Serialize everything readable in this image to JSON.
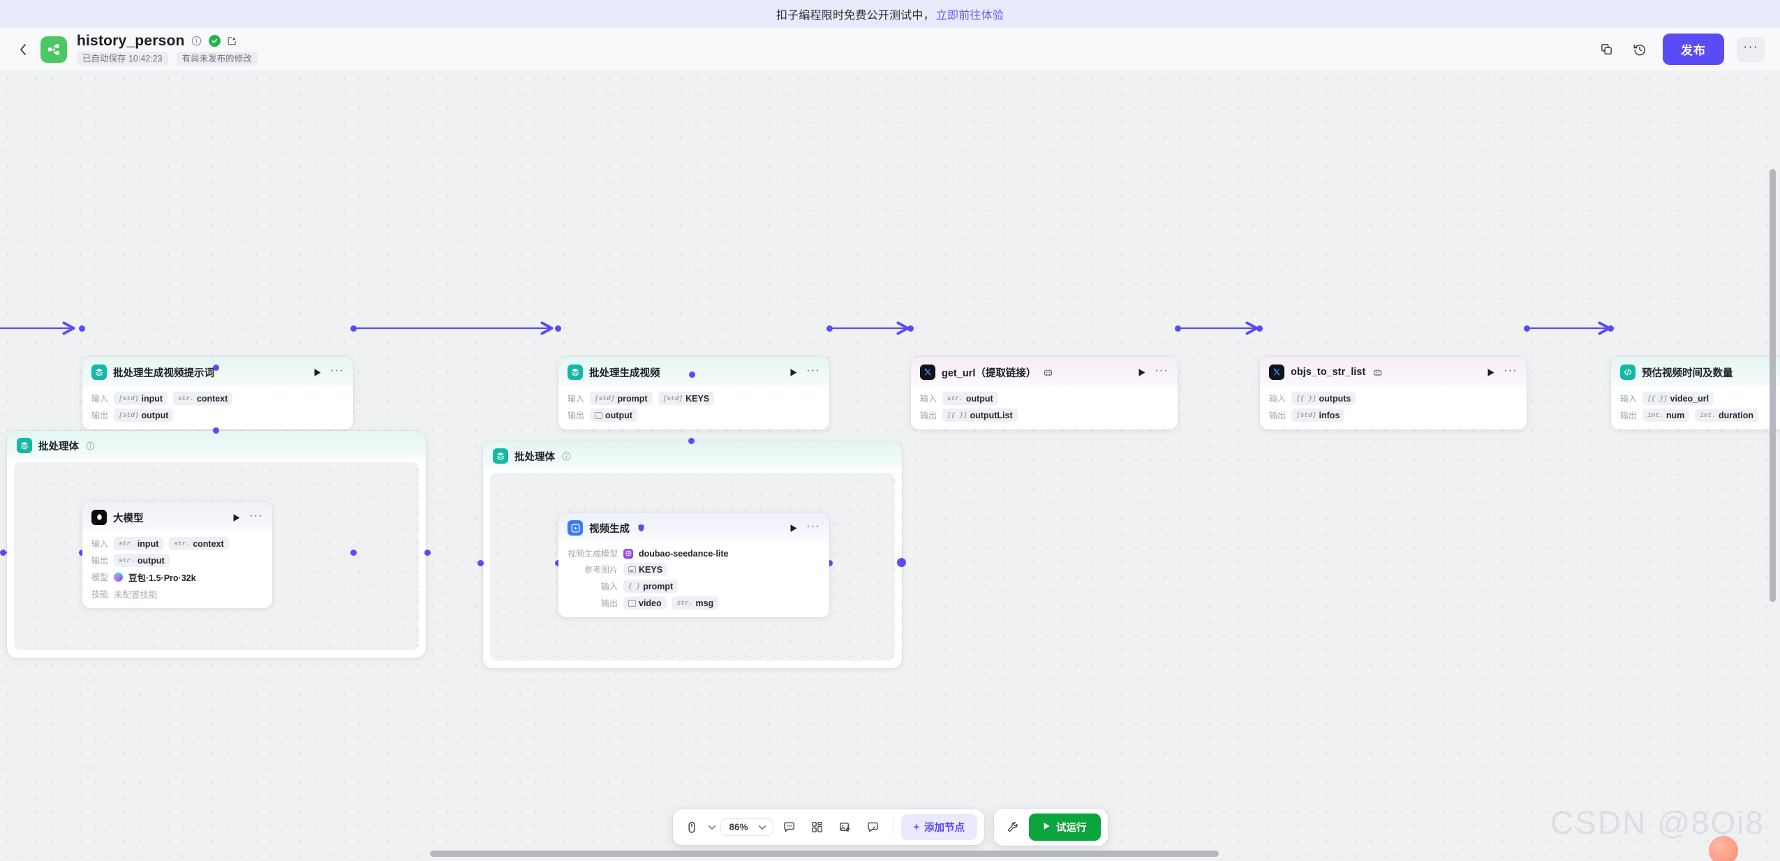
{
  "banner": {
    "text": "扣子编程限时免费公开测试中，",
    "link": "立即前往体验"
  },
  "header": {
    "title": "history_person",
    "saved_pill": "已自动保存 10:42:23",
    "unpublished_pill": "有尚未发布的修改",
    "publish_label": "发布",
    "icons": {
      "back": "chevron-left-icon",
      "info": "info-icon",
      "verified": "check-circle-icon",
      "edit": "edit-square-icon",
      "duplicate": "duplicate-icon",
      "history": "history-clock-icon",
      "more": "ellipsis-icon"
    }
  },
  "nodes": [
    {
      "id": "batch-prompt",
      "title": "批处理生成视频提示词",
      "icon": "layers-icon",
      "theme": "teal",
      "rows": [
        {
          "label": "输入",
          "chips": [
            {
              "type": "std",
              "name": "input"
            },
            {
              "type": "str",
              "name": "context"
            }
          ]
        },
        {
          "label": "输出",
          "chips": [
            {
              "type": "std",
              "name": "output"
            }
          ]
        }
      ]
    },
    {
      "id": "batch-video",
      "title": "批处理生成视频",
      "icon": "layers-icon",
      "theme": "teal",
      "rows": [
        {
          "label": "输入",
          "chips": [
            {
              "type": "std",
              "name": "prompt"
            },
            {
              "type": "std",
              "name": "KEYS"
            }
          ]
        },
        {
          "label": "输出",
          "chips": [
            {
              "type": "sq",
              "name": "output"
            }
          ]
        }
      ]
    },
    {
      "id": "get-url",
      "title": "get_url（提取链接）",
      "icon": "code-tool-icon",
      "theme": "pink",
      "has_glyph": true,
      "rows": [
        {
          "label": "输入",
          "chips": [
            {
              "type": "str",
              "name": "output"
            }
          ]
        },
        {
          "label": "输出",
          "chips": [
            {
              "type": "arr",
              "name": "outputList"
            }
          ]
        }
      ]
    },
    {
      "id": "objs-to-str-list",
      "title": "objs_to_str_list",
      "icon": "code-tool-icon",
      "theme": "pink",
      "has_glyph": true,
      "rows": [
        {
          "label": "输入",
          "chips": [
            {
              "type": "arr",
              "name": "outputs"
            }
          ]
        },
        {
          "label": "输出",
          "chips": [
            {
              "type": "std",
              "name": "infos"
            }
          ]
        }
      ]
    },
    {
      "id": "estimate-video",
      "title": "预估视频时间及数量",
      "icon": "code-brackets-icon",
      "theme": "teal",
      "rows": [
        {
          "label": "输入",
          "chips": [
            {
              "type": "arr",
              "name": "video_url"
            }
          ]
        },
        {
          "label": "输出",
          "chips": [
            {
              "type": "int",
              "name": "num"
            },
            {
              "type": "int",
              "name": "duration"
            }
          ]
        }
      ]
    }
  ],
  "loops": [
    {
      "id": "loop-llm",
      "title": "批处理体",
      "icon": "layers-icon",
      "info_icon": "info-icon",
      "child": {
        "id": "llm-node",
        "title": "大模型",
        "icon": "doubao-avatar-icon",
        "theme": "plain",
        "rows": [
          {
            "label": "输入",
            "chips": [
              {
                "type": "str",
                "name": "input"
              },
              {
                "type": "str",
                "name": "context"
              }
            ]
          },
          {
            "label": "输出",
            "chips": [
              {
                "type": "str",
                "name": "output"
              }
            ]
          }
        ],
        "model_label": "模型",
        "model_name": "豆包·1.5·Pro·32k",
        "skill_label": "技能",
        "skill_value": "未配置技能"
      }
    },
    {
      "id": "loop-video",
      "title": "批处理体",
      "icon": "layers-icon",
      "info_icon": "info-icon",
      "child": {
        "id": "video-gen-node",
        "title": "视频生成",
        "icon": "video-gen-icon",
        "theme": "blue",
        "badge_icon": "shield-icon",
        "fields": [
          {
            "label": "视频生成模型",
            "kind": "model",
            "value": "doubao-seedance-lite"
          },
          {
            "label": "参考图片",
            "kind": "chip-img",
            "value": "KEYS"
          },
          {
            "label": "输入",
            "kind": "chip",
            "type": "obj",
            "value": "prompt"
          }
        ],
        "output_label": "输出",
        "outputs": [
          {
            "type": "sq",
            "name": "video"
          },
          {
            "type": "str",
            "name": "msg"
          }
        ]
      }
    }
  ],
  "toolbar": {
    "cursor_icon": "mouse-pointer-icon",
    "zoom_value": "86%",
    "icons": [
      "comment-icon",
      "layout-grid-icon",
      "image-export-icon",
      "note-icon"
    ],
    "add_node_label": "添加节点",
    "add_node_plus": "+",
    "wrench_icon": "wrench-icon",
    "run_label": "试运行",
    "run_icon": "play-icon"
  },
  "watermark": {
    "text": "CSDN @8Qi8"
  },
  "colors": {
    "accent": "#5B4BF5",
    "publish": "#5B4BF5",
    "run": "#0CA43C",
    "teal": "#14B8A5",
    "logo_green": "#4CC764",
    "banner_bg": "#E9EAFB"
  }
}
